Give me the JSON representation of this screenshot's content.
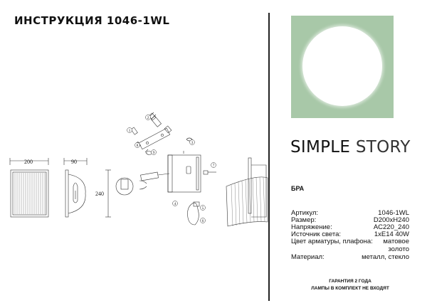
{
  "header": {
    "title": "ИНСТРУКЦИЯ 1046-1WL"
  },
  "dimensions": {
    "width": "200",
    "depth": "90",
    "height": "240"
  },
  "part_numbers": [
    "1",
    "2",
    "3",
    "4",
    "5",
    "6",
    "7",
    "8",
    "9"
  ],
  "brand": {
    "word1": "SIMPLE",
    "word2": "STORY"
  },
  "product": {
    "type": "БРА",
    "specs": [
      {
        "label": "Артикул:",
        "value": "1046-1WL"
      },
      {
        "label": "Размер:",
        "value": "D200хH240"
      },
      {
        "label": "Напряжение:",
        "value": "AC220_240"
      },
      {
        "label": "Источник света:",
        "value": "1хE14 40W"
      },
      {
        "label": "Цвет арматуры, плафона:",
        "value": "матовое"
      },
      {
        "label": "",
        "value": "золото"
      },
      {
        "label": "Материал:",
        "value": "металл, стекло"
      }
    ]
  },
  "footer": {
    "warranty": "ГАРАНТИЯ 2 ГОДА",
    "note": "ЛАМПЫ В КОМПЛЕКТ НЕ ВХОДЯТ"
  },
  "colors": {
    "logo_bg": "#a8c8a8",
    "logo_circle": "#ffffff"
  }
}
